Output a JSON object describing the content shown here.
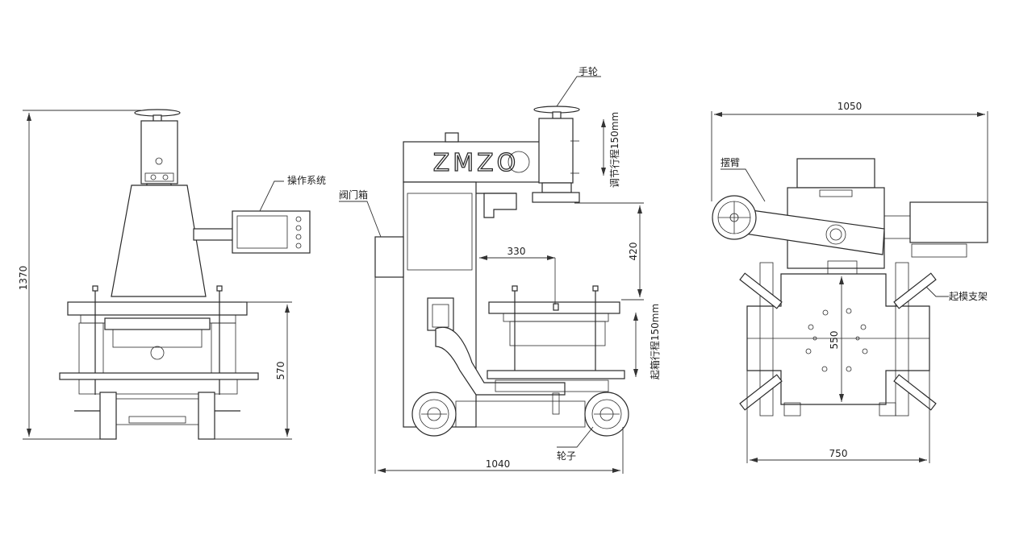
{
  "brand": "ZMZO",
  "labels": {
    "operation_system": "操作系统",
    "valve_box": "阀门箱",
    "handwheel": "手轮",
    "adjust_stroke": "调节行程150mm",
    "lift_stroke": "起箱行程150mm",
    "wheel": "轮子",
    "swing_arm": "摆臂",
    "mold_lift_bracket": "起模支架"
  },
  "dimensions": {
    "height_total": "1370",
    "height_lower": "570",
    "depth_1040": "1040",
    "reach_330": "330",
    "height_420": "420",
    "width_1050": "1050",
    "width_750": "750",
    "depth_550": "550"
  }
}
